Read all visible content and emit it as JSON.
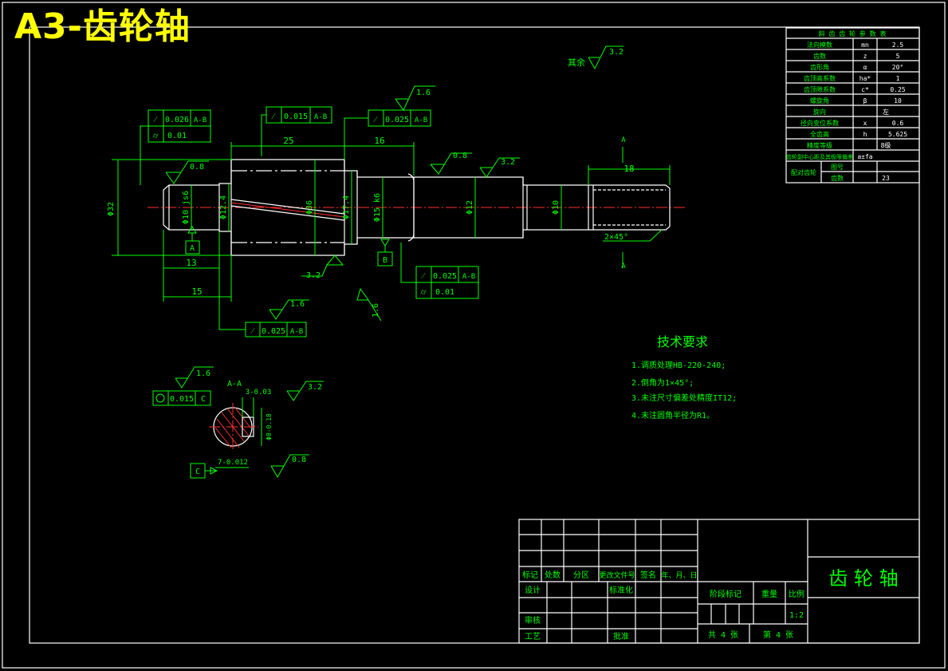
{
  "header": {
    "title": "A3-齿轮轴"
  },
  "qita": {
    "label": "其余",
    "roughness": "3.2"
  },
  "params": {
    "title": "斜 齿 齿 轮 参 数 表",
    "rows": [
      {
        "name": "法向模数",
        "sym": "mn",
        "val": "2.5"
      },
      {
        "name": "齿数",
        "sym": "z",
        "val": "5"
      },
      {
        "name": "齿形角",
        "sym": "α",
        "val": "20°"
      },
      {
        "name": "齿顶高系数",
        "sym": "ha*",
        "val": "1"
      },
      {
        "name": "齿顶隙系数",
        "sym": "c*",
        "val": "0.25"
      },
      {
        "name": "螺旋角",
        "sym": "β",
        "val": "10"
      },
      {
        "name": "旋向",
        "sym": "",
        "val": "左"
      },
      {
        "name": "径向变位系数",
        "sym": "x",
        "val": "0.6"
      },
      {
        "name": "全齿高",
        "sym": "h",
        "val": "5.625"
      },
      {
        "name": "精度等级",
        "sym": "",
        "val": "8级"
      },
      {
        "name": "齿轮副中心距及其极限偏差",
        "sym": "a±fa",
        "val": ""
      }
    ],
    "mate": {
      "label": "配对齿轮",
      "sub1": "图号",
      "sub2": "齿数",
      "val2": "23"
    }
  },
  "dims": {
    "d25": "25",
    "d16": "16",
    "d18": "18",
    "d13": "13",
    "d15": "15",
    "phi32": "Φ32",
    "phi10j": "Φ10 js6",
    "phi12_4": "Φ12.4",
    "phi36": "Φ36",
    "phi17_4": "Φ17.4",
    "phi15k": "Φ15 k6",
    "phi12": "Φ12",
    "phi10": "Φ10",
    "chamfer": "2×45°",
    "sec_label": "A-A",
    "sec_a": "A",
    "sec_w": "3-0.03",
    "sec_h": "Φ8-0.18",
    "sec_key": "7-0.012"
  },
  "tol": {
    "t1a": "0.026",
    "t1ar": "A-B",
    "t1b": "0.01",
    "t2": "0.015",
    "t2r": "A-B",
    "t3": "0.025",
    "t3r": "A-B",
    "t4a": "0.025",
    "t4ar": "A-B",
    "t4b": "0.01",
    "t5": "0.025",
    "t5r": "A-B",
    "t6": "0.015",
    "t6r": "C"
  },
  "datums": {
    "a": "A",
    "b": "B",
    "c": "C"
  },
  "rough": {
    "r1": "0.8",
    "r2": "1.6",
    "r3": "0.8",
    "r4": "3.2",
    "r5": "3.2",
    "r6": "1.6",
    "r7": "1.6",
    "r8": "1.6",
    "r9": "3.2",
    "r10": "0.8"
  },
  "tech": {
    "title": "技术要求",
    "items": [
      "1.调质处理HB-220-240;",
      "2.倒角为1×45°;",
      "3.未注尺寸偏差处精度IT12;",
      "4.未注圆角半径为R1。"
    ]
  },
  "titleblock": {
    "h_biaoji": "标记",
    "h_chushu": "处数",
    "h_fenqu": "分区",
    "h_wenjian": "更改文件号",
    "h_qianming": "签名",
    "h_date": "年、月、日",
    "sheji": "设计",
    "biaozhunhua": "标准化",
    "jieduan": "阶段标记",
    "zhongliang": "重量",
    "bili": "比例",
    "scale": "1:2",
    "shenhe": "审核",
    "gongyi": "工艺",
    "pizhun": "批准",
    "total_sheets": "共  4  张",
    "sheet_no": "第  4  张",
    "part_name": "齿 轮 轴"
  }
}
